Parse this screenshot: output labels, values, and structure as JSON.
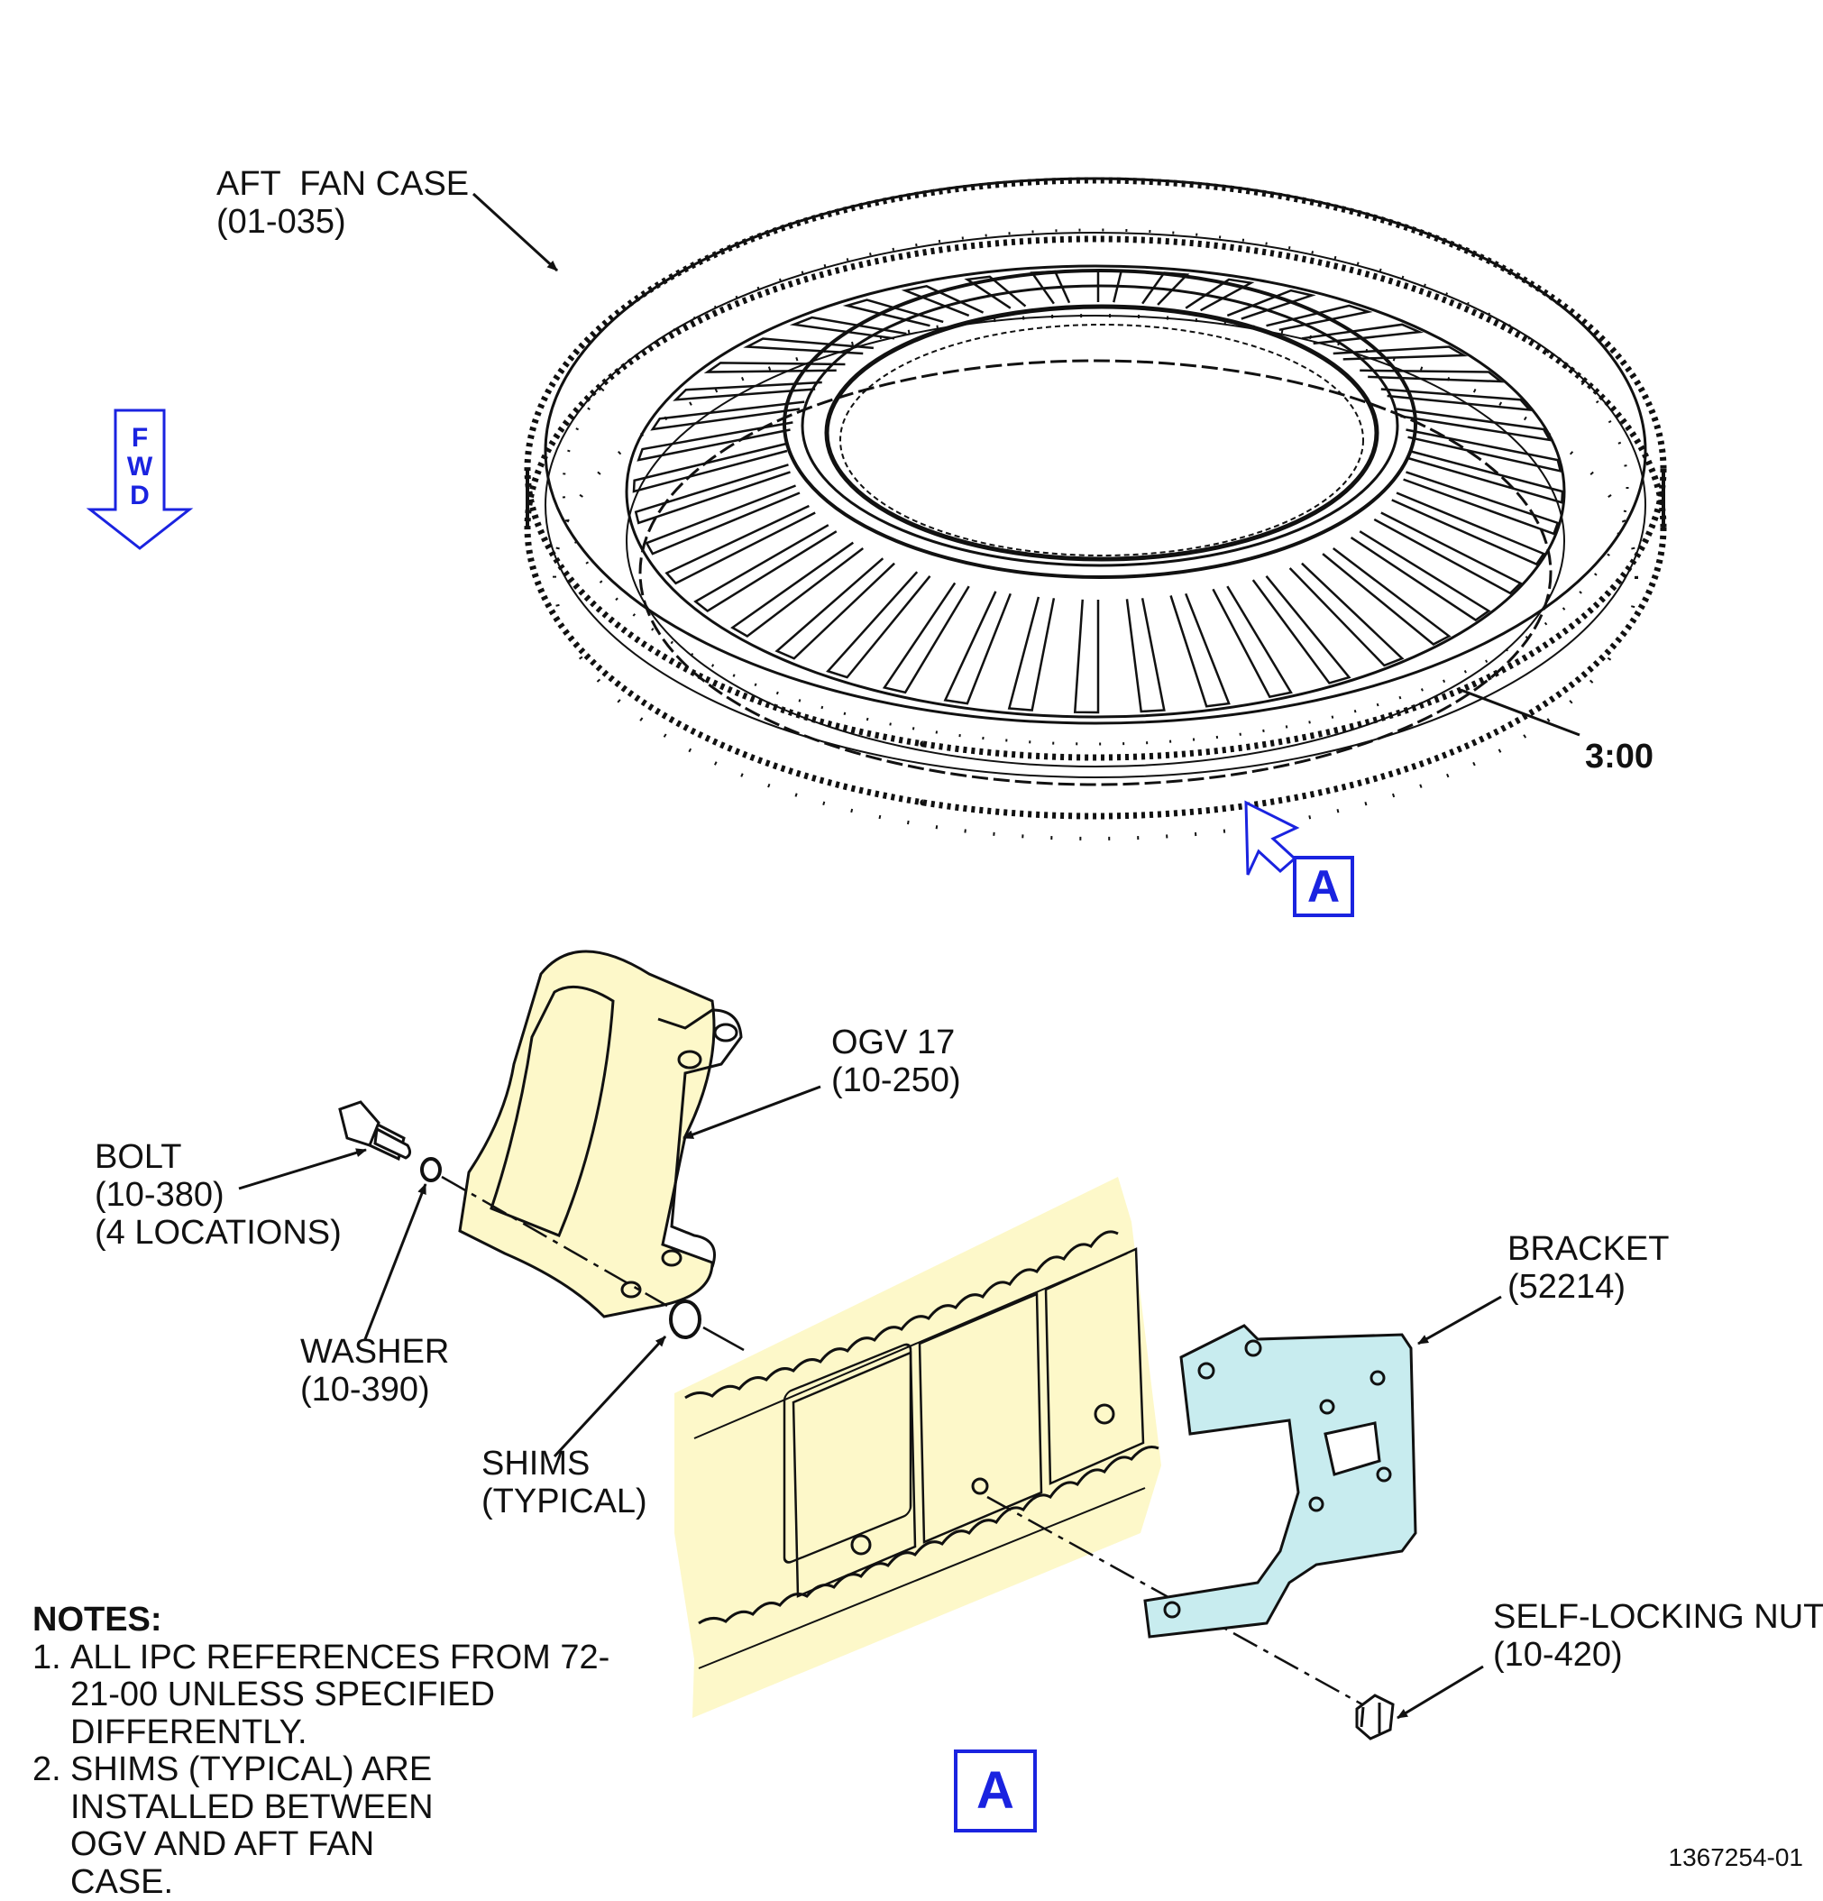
{
  "labels": {
    "aft_fan_case": {
      "name": "AFT  FAN CASE",
      "ref": "(01-035)"
    },
    "clock": "3:00",
    "ogv": {
      "name": "OGV 17",
      "ref": "(10-250)"
    },
    "bolt": {
      "name": "BOLT",
      "ref": "(10-380)",
      "qty": "(4 LOCATIONS)"
    },
    "washer": {
      "name": "WASHER",
      "ref": "(10-390)"
    },
    "shims": {
      "name": "SHIMS",
      "ref": "(TYPICAL)"
    },
    "bracket": {
      "name": "BRACKET",
      "ref": "(52214)"
    },
    "nut": {
      "name": "SELF-LOCKING NUT",
      "ref": "(10-420)"
    }
  },
  "fwd_indicator": {
    "letters": [
      "F",
      "W",
      "D"
    ]
  },
  "view_marker": {
    "top_letter": "A",
    "detail_letter": "A"
  },
  "notes": {
    "heading": "NOTES:",
    "items": [
      {
        "num": "1.",
        "text": "ALL IPC REFERENCES FROM 72-21-00 UNLESS SPECIFIED DIFFERENTLY."
      },
      {
        "num": "2.",
        "text": "SHIMS (TYPICAL) ARE INSTALLED BETWEEN OGV AND AFT FAN CASE."
      }
    ]
  },
  "figure_number": "1367254-01",
  "colors": {
    "callout_blue": "#1a23e0",
    "ogv_fill": "#fdf8c9",
    "case_fill": "#fdf8c9",
    "bracket_fill": "#c8ecef",
    "line": "#111111"
  }
}
